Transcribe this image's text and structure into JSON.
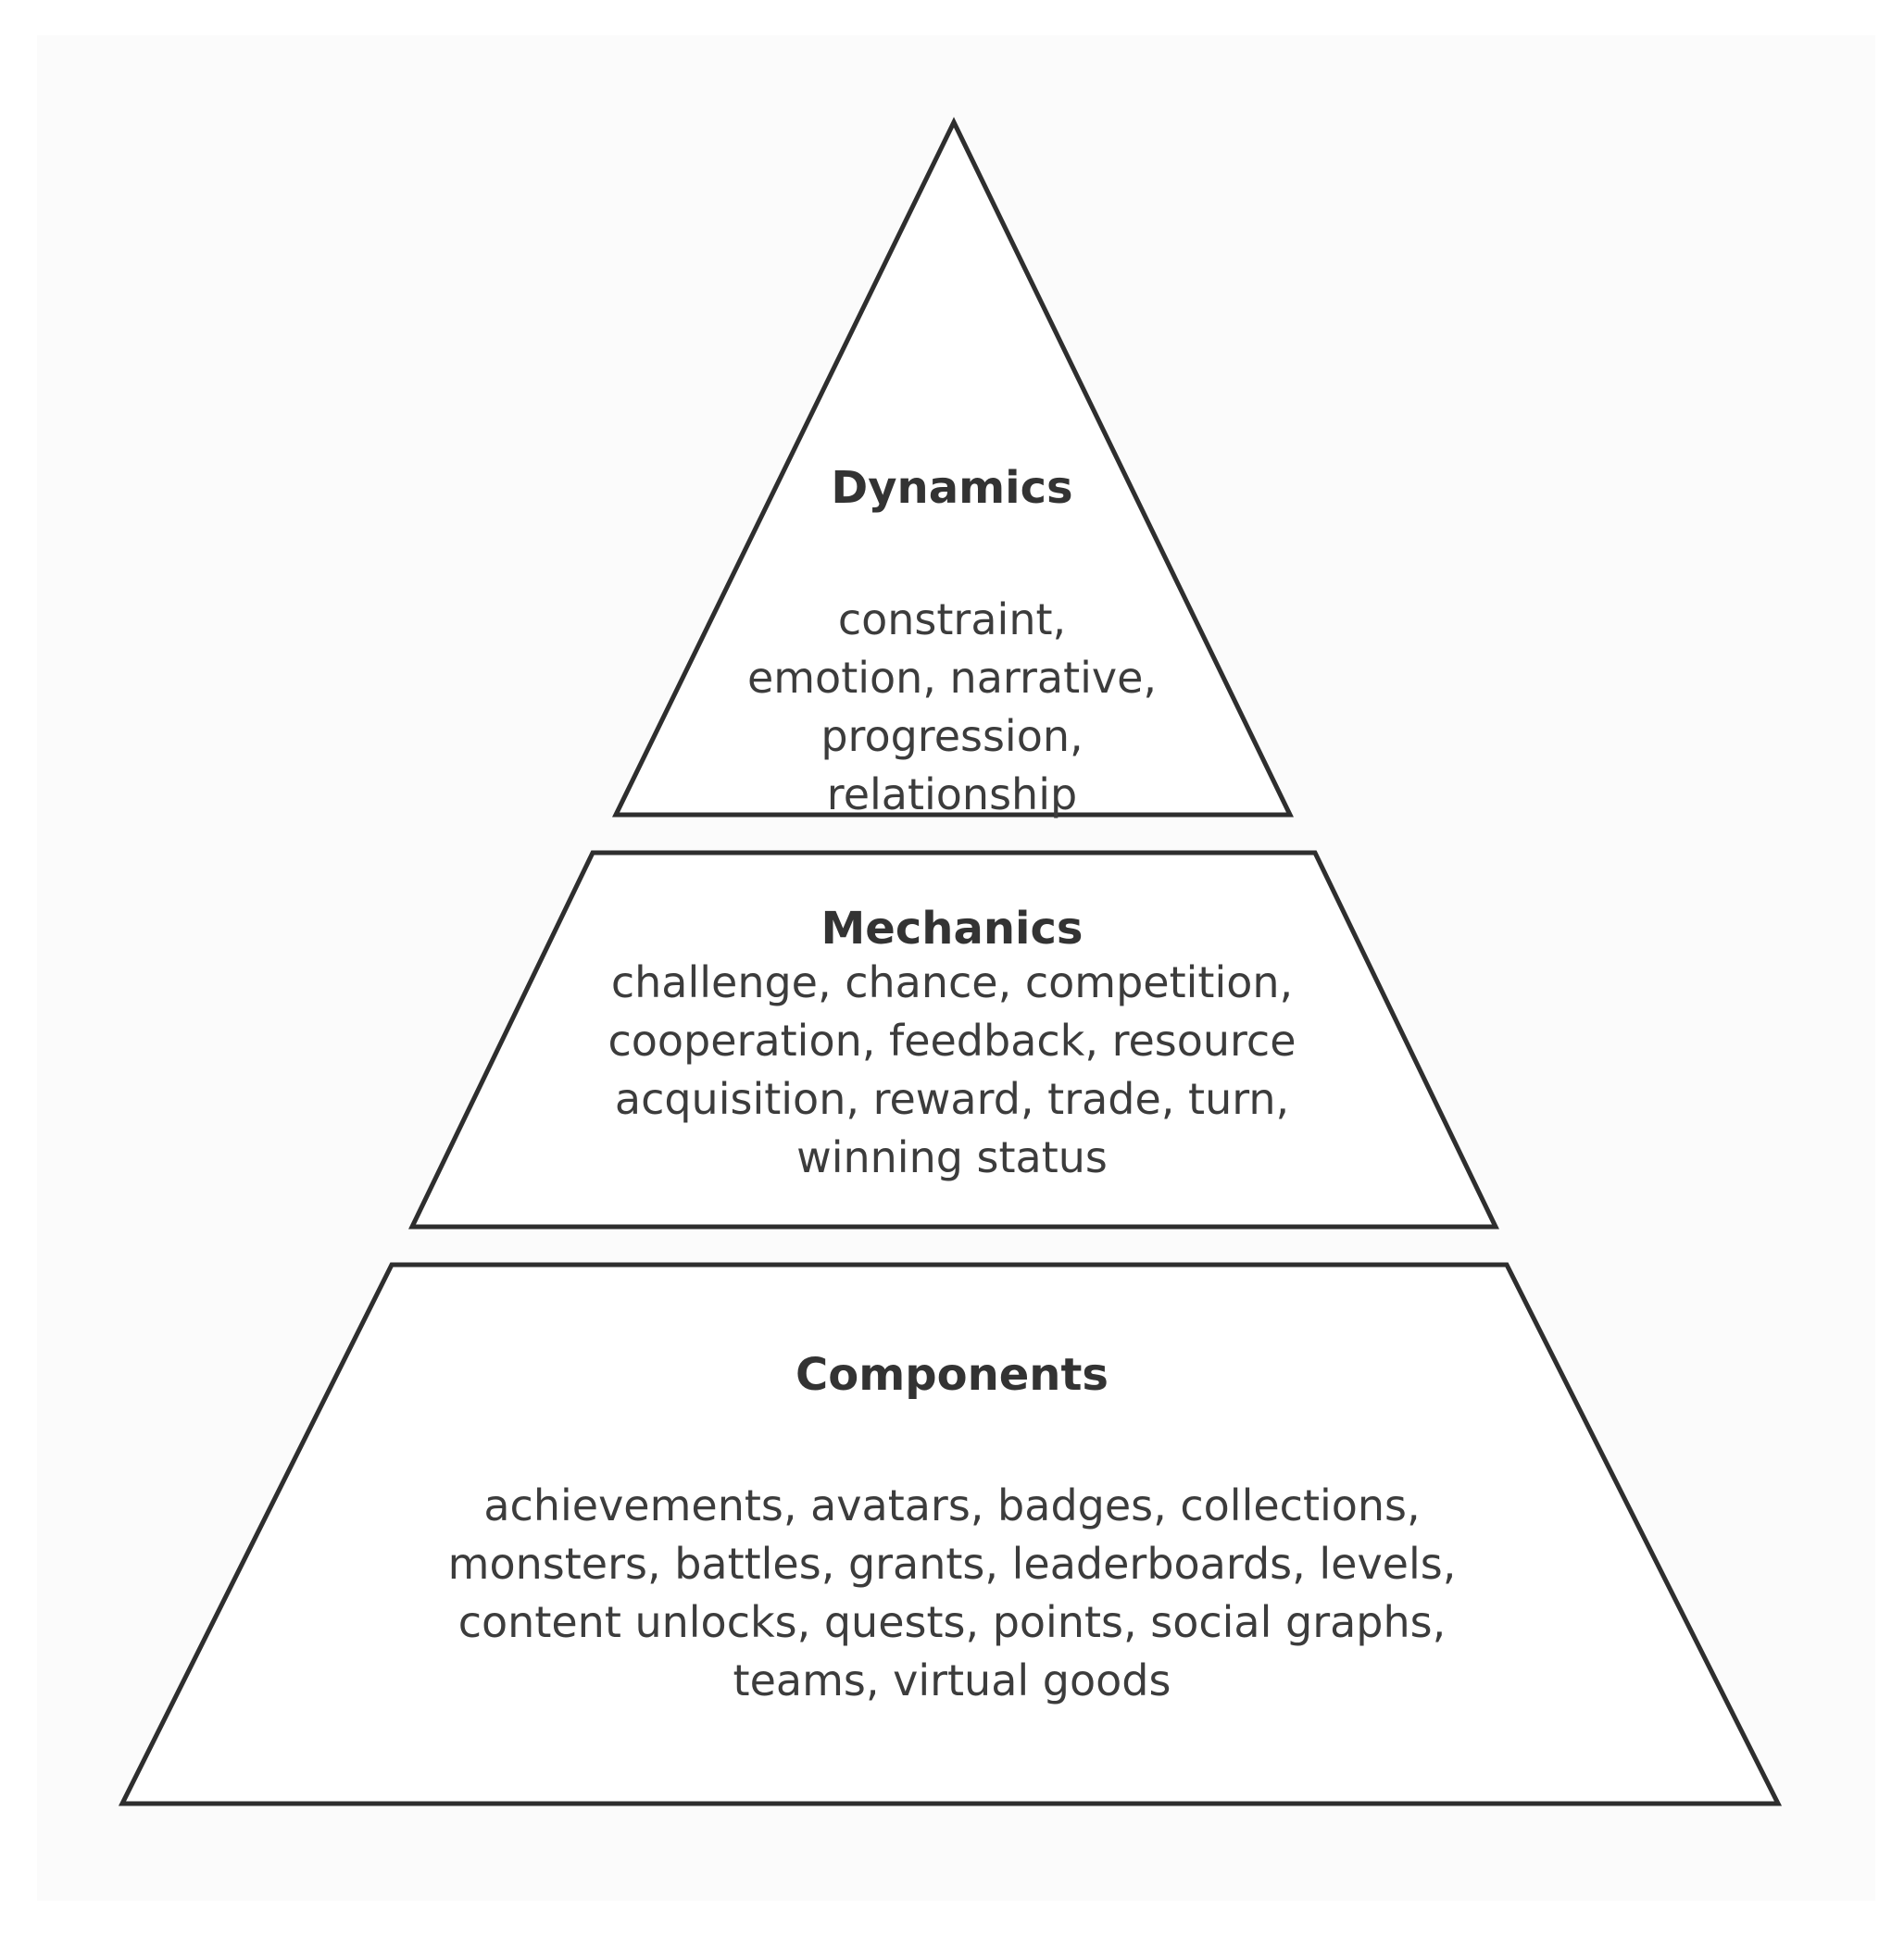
{
  "diagram": {
    "tiers": [
      {
        "id": "dynamics",
        "title": "Dynamics",
        "items": "constraint,\nemotion, narrative,\nprogression,\nrelationship"
      },
      {
        "id": "mechanics",
        "title": "Mechanics",
        "items": "challenge, chance, competition,\ncooperation, feedback, resource\nacquisition, reward, trade, turn,\nwinning status"
      },
      {
        "id": "components",
        "title": "Components",
        "items": "achievements, avatars, badges, collections,\nmonsters, battles, grants, leaderboards, levels,\ncontent unlocks, quests, points, social graphs,\nteams, virtual goods"
      }
    ],
    "colors": {
      "stroke": "#2e2e2e",
      "fill": "#ffffff",
      "background": "#fbfbfb",
      "text": "#3a3a3a"
    }
  }
}
